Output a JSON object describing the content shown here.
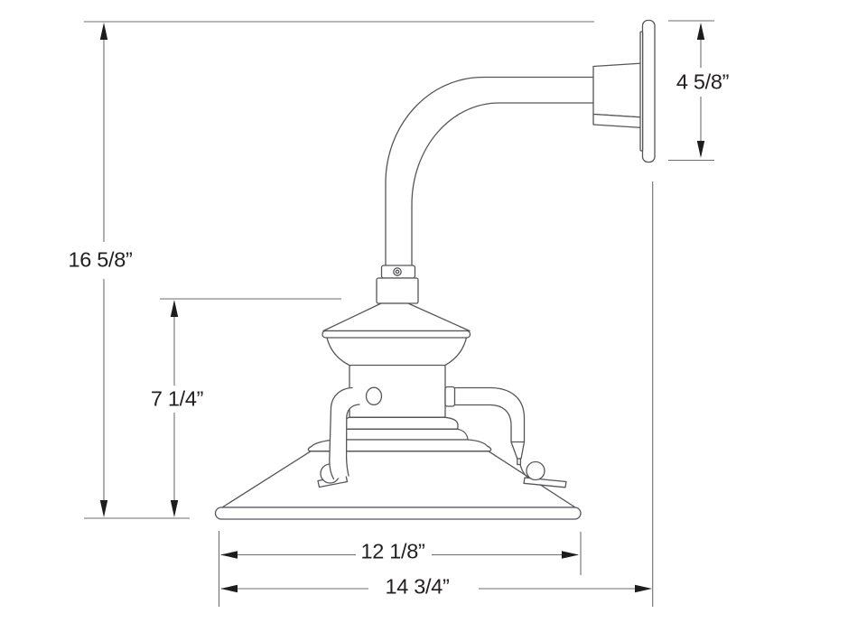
{
  "drawing": {
    "background_color": "#ffffff",
    "fixture_line_color": "#55565a",
    "dimension_line_color": "#6d6e71",
    "arrow_color": "#1d1d1b",
    "text_color": "#231f20",
    "labels": {
      "overall_height": "16 5/8”",
      "fixture_height": "7 1/4”",
      "backplate_height": "4 5/8”",
      "shade_width": "12 1/8”",
      "wall_projection": "14 3/4”"
    }
  }
}
